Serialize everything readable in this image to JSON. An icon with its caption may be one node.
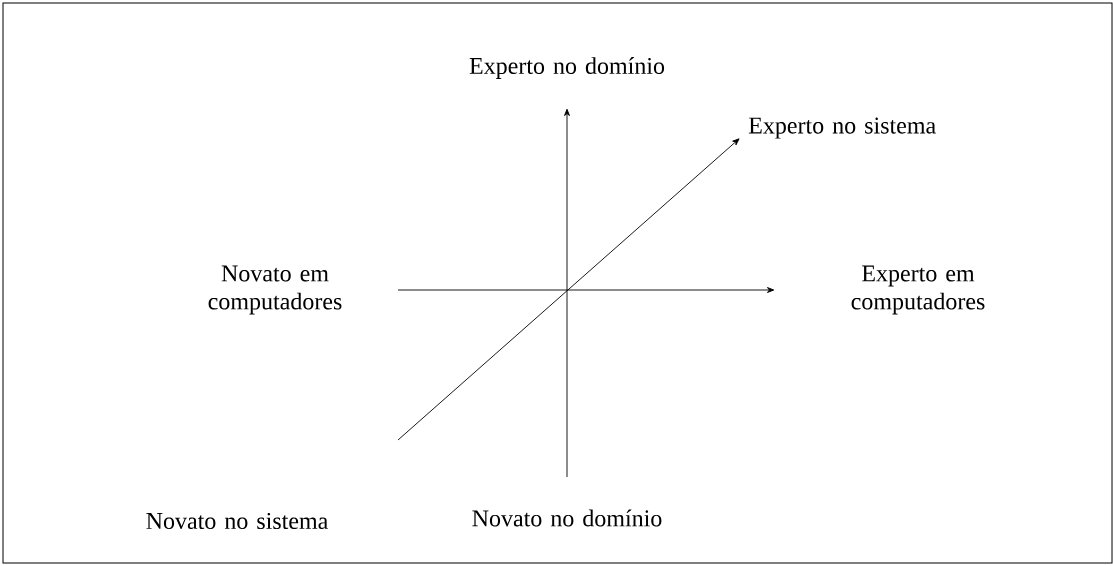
{
  "diagram": {
    "labels": [
      "Experto no domínio",
      "Experto no sistema",
      "Novato em computadores",
      "Experto em computadores",
      "Novato no sistema",
      "Novato no domínio"
    ]
  }
}
